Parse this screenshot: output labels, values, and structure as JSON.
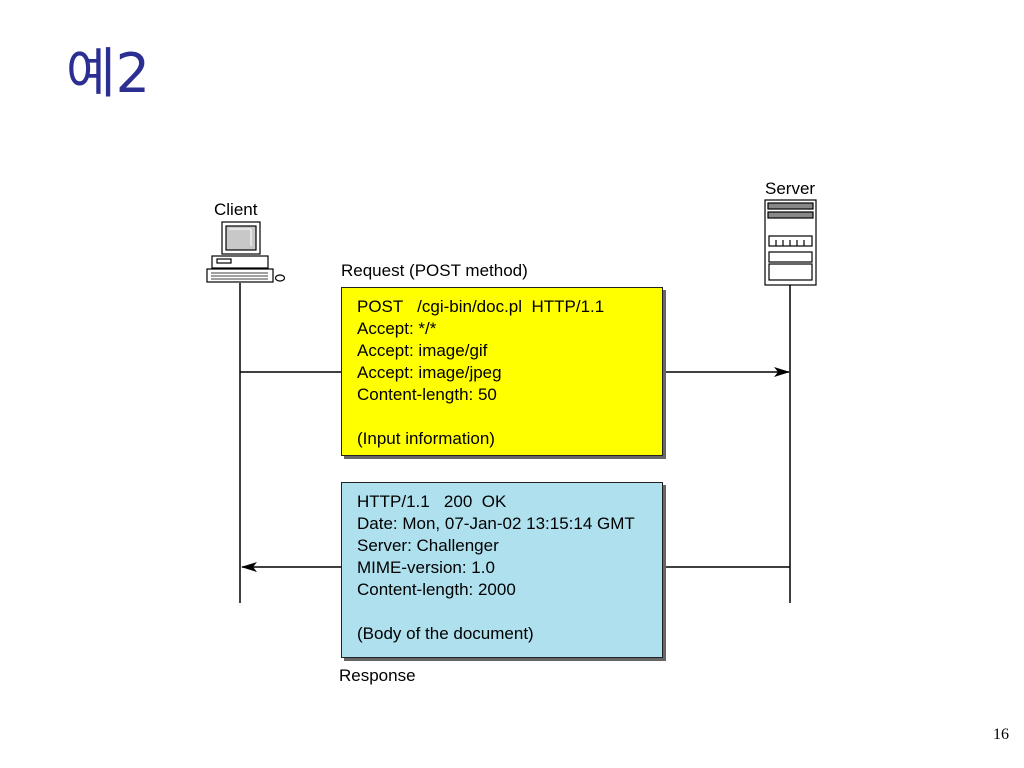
{
  "slide": {
    "title": "예2",
    "page_number": "16"
  },
  "diagram": {
    "client_label": "Client",
    "server_label": "Server",
    "request_label": "Request (POST method)",
    "response_label": "Response",
    "request_lines": [
      "POST   /cgi-bin/doc.pl  HTTP/1.1",
      "Accept: */*",
      "Accept: image/gif",
      "Accept: image/jpeg",
      "Content-length: 50",
      "",
      "(Input information)"
    ],
    "response_lines": [
      "HTTP/1.1   200  OK",
      "Date: Mon, 07-Jan-02 13:15:14 GMT",
      "Server: Challenger",
      "MIME-version: 1.0",
      "Content-length: 2000",
      "",
      "(Body of the document)"
    ],
    "colors": {
      "request_box": "#ffff00",
      "response_box": "#aee0ee",
      "title": "#2b2f92"
    }
  }
}
